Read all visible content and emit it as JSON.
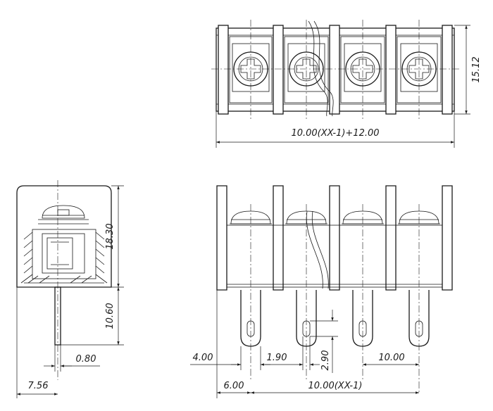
{
  "dimensions": {
    "top_height": "15.12",
    "top_length": "10.00(XX-1)+12.00",
    "side_body_height": "18.30",
    "side_pin_length": "10.60",
    "side_pin_width": "0.80",
    "side_width": "7.56",
    "front_offset": "4.00",
    "front_pin_width": "1.90",
    "front_slot_height": "2.90",
    "front_pitch": "10.00",
    "front_edge_offset": "6.00",
    "front_span": "10.00(XX-1)"
  }
}
